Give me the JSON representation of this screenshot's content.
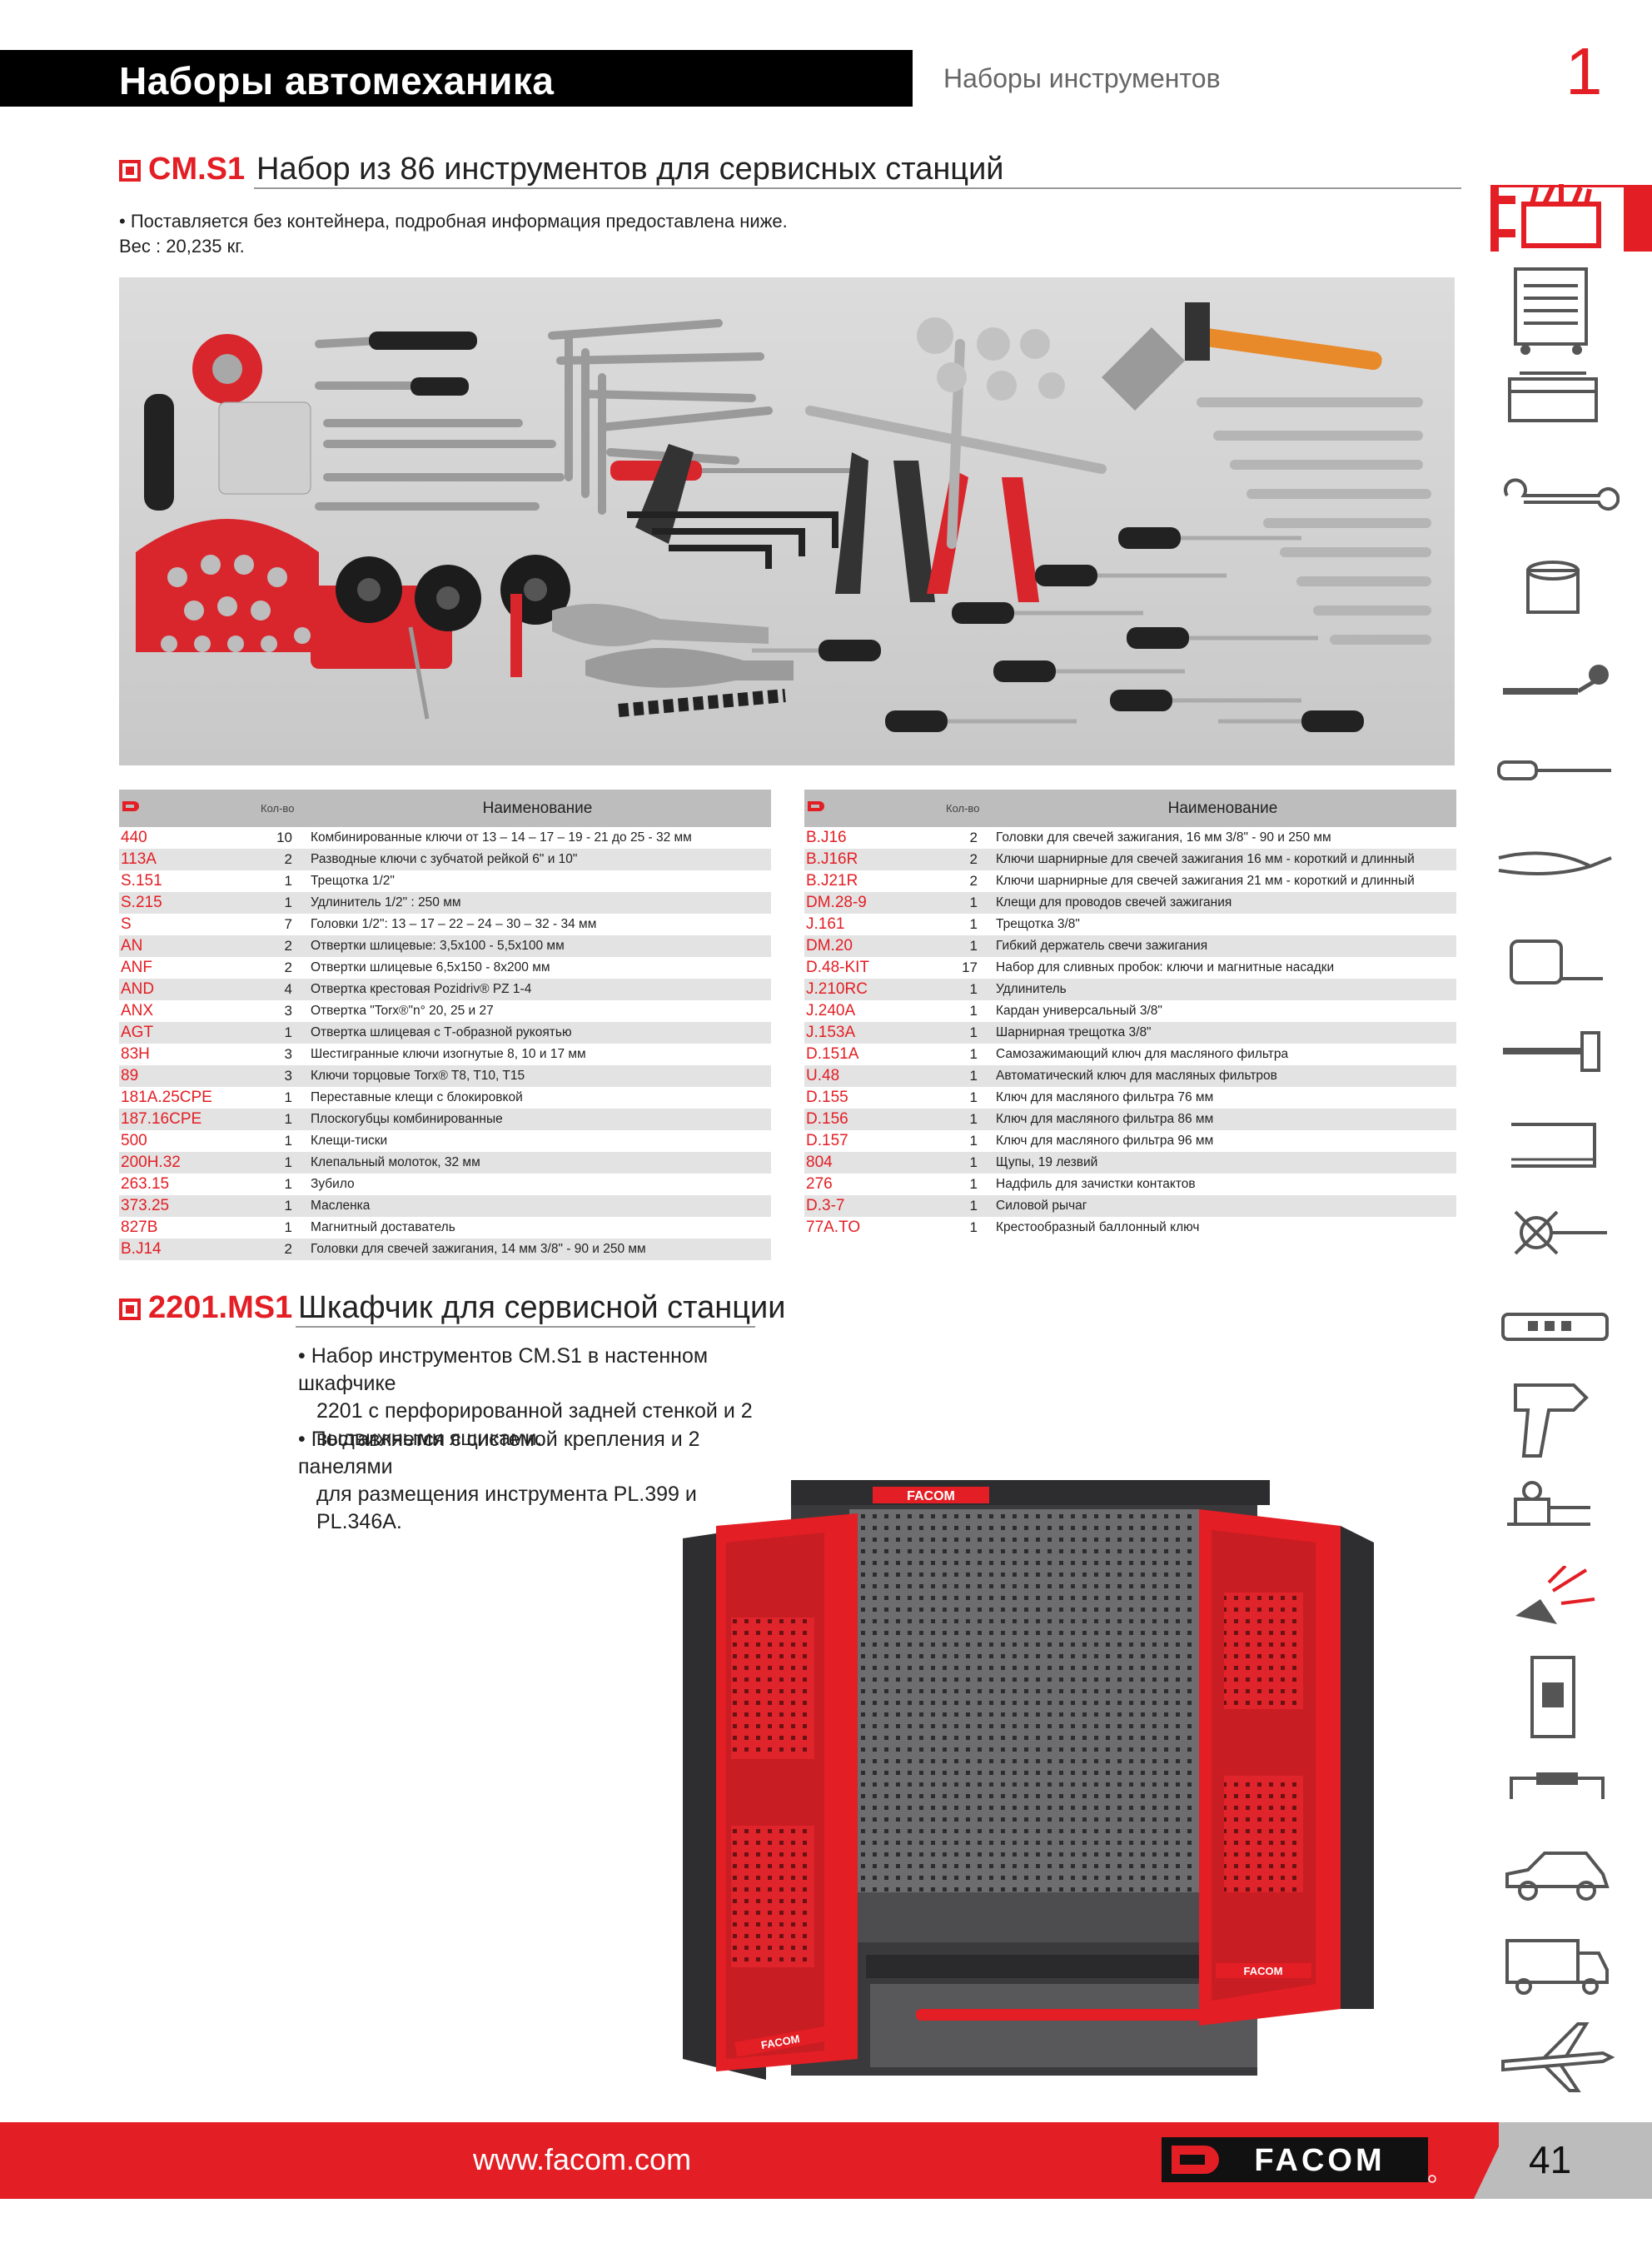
{
  "header": {
    "title": "Наборы автомеханика",
    "subtitle": "Наборы инструментов",
    "chapter": "1"
  },
  "set1": {
    "code": "CM.S1",
    "title": "Набор из 86 инструментов для сервисных станций",
    "note": "• Поставляется без контейнера, подробная информация предоставлена ниже.",
    "weight": "Вес : 20,235 кг."
  },
  "table": {
    "qty_header": "Кол-во",
    "name_header": "Наименование",
    "left": [
      [
        "440",
        "10",
        "Комбинированные ключи от 13 – 14 – 17 – 19 - 21 до 25 - 32 мм"
      ],
      [
        "113A",
        "2",
        "Разводные ключи с зубчатой рейкой 6\" и 10\""
      ],
      [
        "S.151",
        "1",
        "Трещотка 1/2\""
      ],
      [
        "S.215",
        "1",
        "Удлинитель 1/2\" : 250 мм"
      ],
      [
        "S",
        "7",
        "Головки 1/2\": 13 – 17 – 22 – 24 – 30 – 32 - 34 мм"
      ],
      [
        "AN",
        "2",
        "Отвертки шлицевые: 3,5x100 - 5,5x100 мм"
      ],
      [
        "ANF",
        "2",
        "Отвертки шлицевые 6,5x150 - 8x200 мм"
      ],
      [
        "AND",
        "4",
        "Отвертка крестовая Pozidriv® PZ 1-4"
      ],
      [
        "ANX",
        "3",
        "Отвертка \"Torx®\"n° 20, 25 и 27"
      ],
      [
        "AGT",
        "1",
        "Отвертка шлицевая с Т-образной рукоятью"
      ],
      [
        "83H",
        "3",
        "Шестигранные ключи изогнутые 8, 10 и 17 мм"
      ],
      [
        "89",
        "3",
        "Ключи торцовые Torx® T8, T10, T15"
      ],
      [
        "181A.25CPE",
        "1",
        "Переставные клещи с блокировкой"
      ],
      [
        "187.16CPE",
        "1",
        "Плоскогубцы комбинированные"
      ],
      [
        "500",
        "1",
        "Клещи-тиски"
      ],
      [
        "200H.32",
        "1",
        "Клепальный молоток, 32 мм"
      ],
      [
        "263.15",
        "1",
        "Зубило"
      ],
      [
        "373.25",
        "1",
        "Масленка"
      ],
      [
        "827B",
        "1",
        "Магнитный доставатель"
      ],
      [
        "B.J14",
        "2",
        "Головки для свечей зажигания, 14 мм 3/8\" - 90 и 250 мм"
      ]
    ],
    "right": [
      [
        "B.J16",
        "2",
        "Головки для свечей зажигания, 16 мм 3/8\" - 90 и 250 мм"
      ],
      [
        "B.J16R",
        "2",
        "Ключи шарнирные для свечей зажигания 16 мм - короткий и длинный"
      ],
      [
        "B.J21R",
        "2",
        "Ключи шарнирные для свечей зажигания 21 мм - короткий и длинный"
      ],
      [
        "DM.28-9",
        "1",
        "Клещи для проводов свечей зажигания"
      ],
      [
        "J.161",
        "1",
        "Трещотка 3/8\""
      ],
      [
        "DM.20",
        "1",
        "Гибкий держатель свечи зажигания"
      ],
      [
        "D.48-KIT",
        "17",
        "Набор для сливных пробок: ключи и магнитные насадки"
      ],
      [
        "J.210RC",
        "1",
        "Удлинитель"
      ],
      [
        "J.240A",
        "1",
        "Кардан универсальный 3/8\""
      ],
      [
        "J.153A",
        "1",
        "Шарнирная трещотка 3/8\""
      ],
      [
        "D.151A",
        "1",
        "Самозажимающий ключ для масляного фильтра"
      ],
      [
        "U.48",
        "1",
        "Автоматический ключ для масляных фильтров"
      ],
      [
        "D.155",
        "1",
        "Ключ для масляного фильтра 76 мм"
      ],
      [
        "D.156",
        "1",
        "Ключ для масляного фильтра 86 мм"
      ],
      [
        "D.157",
        "1",
        "Ключ для масляного фильтра 96 мм"
      ],
      [
        "804",
        "1",
        "Щупы, 19 лезвий"
      ],
      [
        "276",
        "1",
        "Надфиль для зачистки контактов"
      ],
      [
        "D.3-7",
        "1",
        "Силовой рычаг"
      ],
      [
        "77A.TO",
        "1",
        "Крестообразный баллонный ключ"
      ]
    ]
  },
  "set2": {
    "code": "2201.MS1",
    "title": "Шкафчик для сервисной станции",
    "bullet1": [
      "• Набор инструментов CM.S1 в настенном шкафчике",
      "2201 с перфорированной задней стенкой и 2",
      "выдвижными ящиками."
    ],
    "bullet2": [
      "• Поставляется с системой крепления и 2 панелями",
      "для размещения инструмента PL.399 и PL.346A."
    ]
  },
  "cabinet": {
    "brand": "FACOM"
  },
  "sidebar": {
    "icons": [
      "tool-sets-icon",
      "tool-trolley-icon",
      "tool-box-icon",
      "wrench-icon",
      "socket-icon",
      "ratchet-icon",
      "screwdriver-icon",
      "pliers-icon",
      "tape-measure-icon",
      "hammer-icon",
      "hacksaw-icon",
      "puller-icon",
      "tester-icon",
      "impact-wrench-icon",
      "vise-icon",
      "safety-icon",
      "electrical-icon",
      "handle-icon",
      "car-icon",
      "truck-icon",
      "aircraft-icon"
    ]
  },
  "footer": {
    "url": "www.facom.com",
    "brand": "FACOM",
    "page": "41"
  },
  "colors": {
    "brand_red": "#e31e24",
    "header_black": "#000000",
    "row_gray": "#e3e3e3",
    "header_gray": "#bdbdbd"
  }
}
